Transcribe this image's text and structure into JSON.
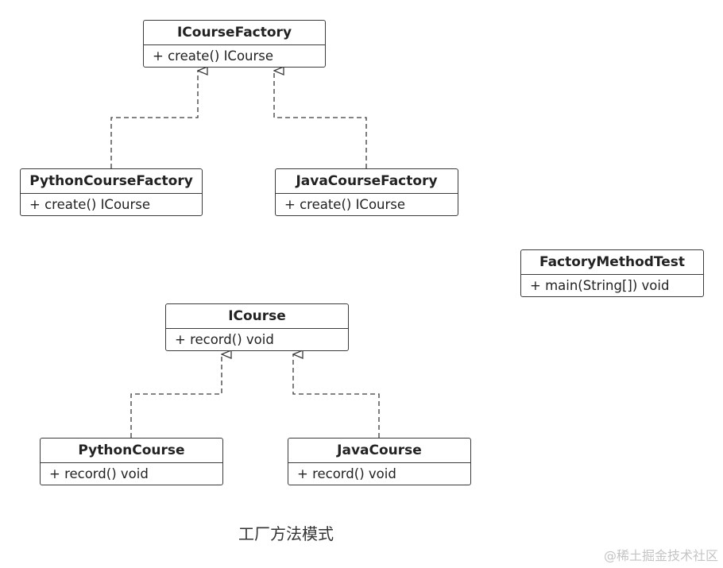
{
  "classes": {
    "icourse_factory": {
      "name": "ICourseFactory",
      "method": "+ create()  ICourse"
    },
    "python_course_factory": {
      "name": "PythonCourseFactory",
      "method": "+ create()  ICourse"
    },
    "java_course_factory": {
      "name": "JavaCourseFactory",
      "method": "+ create()  ICourse"
    },
    "factory_method_test": {
      "name": "FactoryMethodTest",
      "method": "+ main(String[]) void"
    },
    "icourse": {
      "name": "ICourse",
      "method": "+ record() void"
    },
    "python_course": {
      "name": "PythonCourse",
      "method": "+ record() void"
    },
    "java_course": {
      "name": "JavaCourse",
      "method": "+ record() void"
    }
  },
  "caption": "工厂方法模式",
  "watermark": "@稀土掘金技术社区",
  "colors": {
    "line": "#3a3a3a",
    "background": "#ffffff"
  }
}
